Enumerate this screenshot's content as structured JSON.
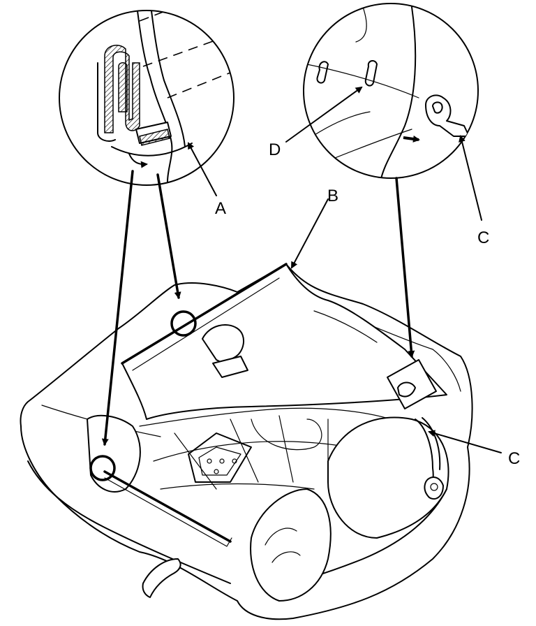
{
  "diagram": {
    "labels": {
      "a": "A",
      "b": "B",
      "c_detail": "C",
      "c_main": "C",
      "d": "D"
    },
    "colors": {
      "ink": "#000000",
      "paper": "#ffffff"
    }
  }
}
